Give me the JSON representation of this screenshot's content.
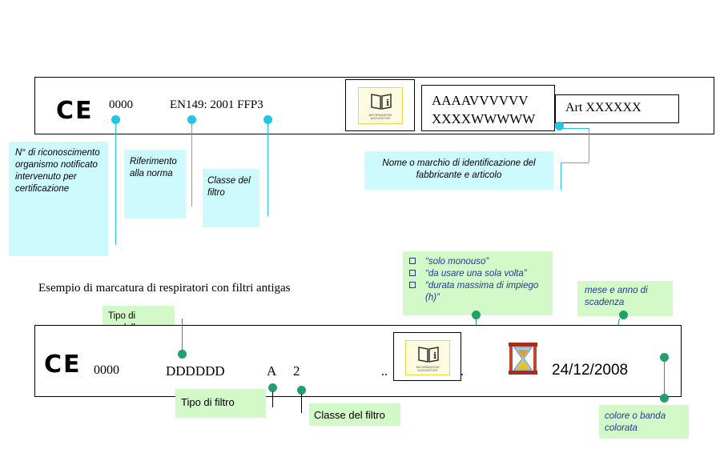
{
  "row1": {
    "ce_mark": "CE",
    "notified_body": "0000",
    "standard": "EN149: 2001 FFP3",
    "manufacturer_line1": "AAAAVVVVVV",
    "manufacturer_line2": "XXXXWWWWW",
    "article": "Art XXXXXX",
    "info_text": "INFORMAZIONI AGGIUNTIVE"
  },
  "callouts1": {
    "notified": "N° di riconoscimento organismo notificato intervenuto per certificazione",
    "standard_ref": "Riferimento alla norma",
    "filter_class": "Classe del filtro",
    "manufacturer": "Nome o marchio di identificazione del fabbricante e articolo"
  },
  "section_title": "Esempio di marcatura di respiratori con filtri antigas",
  "usage_options": [
    "“solo monouso”",
    "“da usare una sola volta”",
    "“durata massima di impiego (h)”"
  ],
  "callouts2": {
    "model_type": "Tipo di modello",
    "filter_type": "Tipo di filtro",
    "filter_class": "Classe del filtro",
    "expiry": "mese e anno di scadenza",
    "color_band": "colore o banda colorata"
  },
  "row2": {
    "ce_mark": "CE",
    "notified_body": "0000",
    "model": "DDDDDD",
    "filter_type": "A",
    "filter_class": "2",
    "ellipsis": "..",
    "dot": ".",
    "info_text": "INFORMAZIONI AGGIUNTIVE",
    "expiry_date": "24/12/2008"
  },
  "colors": {
    "cyan_box": "#ccfafd",
    "cyan_dot": "#22c5e8",
    "green_box": "#d4f9c9",
    "green_dot": "#22a06b",
    "navy_text": "#1f3b8f"
  }
}
